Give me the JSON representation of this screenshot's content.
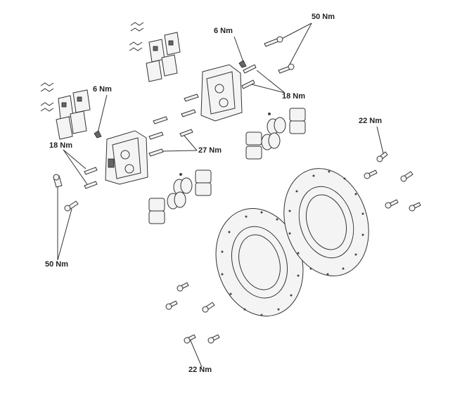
{
  "torque_labels": {
    "top_right_50": "50 Nm",
    "top_6": "6 Nm",
    "top_18": "18 Nm",
    "left_6": "6 Nm",
    "left_18": "18 Nm",
    "middle_27": "27 Nm",
    "right_22": "22 Nm",
    "left_50": "50 Nm",
    "bottom_22": "22 Nm"
  }
}
